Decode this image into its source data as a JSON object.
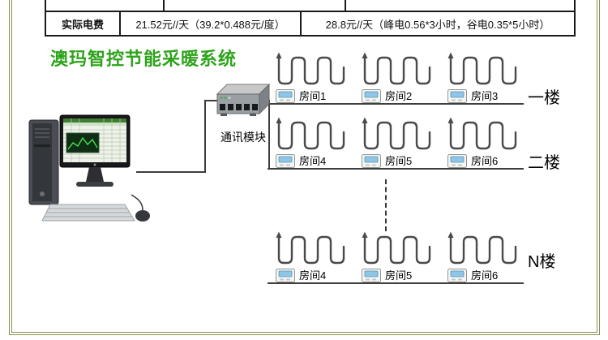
{
  "table": {
    "row_label": "实际电费",
    "value1": "21.52元//天（39.2*0.488元/度）",
    "value2": "28.8元//天（峰电0.56*3小时，谷电0.35*5小时）"
  },
  "title": "澳玛智控节能采暖系统",
  "communication_module_label": "通讯模块",
  "floors": [
    {
      "label": "一楼",
      "rooms": [
        "房间1",
        "房间2",
        "房间3"
      ]
    },
    {
      "label": "二楼",
      "rooms": [
        "房间4",
        "房间5",
        "房间6"
      ]
    },
    {
      "label": "N楼",
      "rooms": [
        "房间4",
        "房间5",
        "房间6"
      ]
    }
  ],
  "colors": {
    "title_green": "#2ea31c",
    "frame_olive": "#8d8f4e",
    "table_border": "#1a1a1a"
  }
}
